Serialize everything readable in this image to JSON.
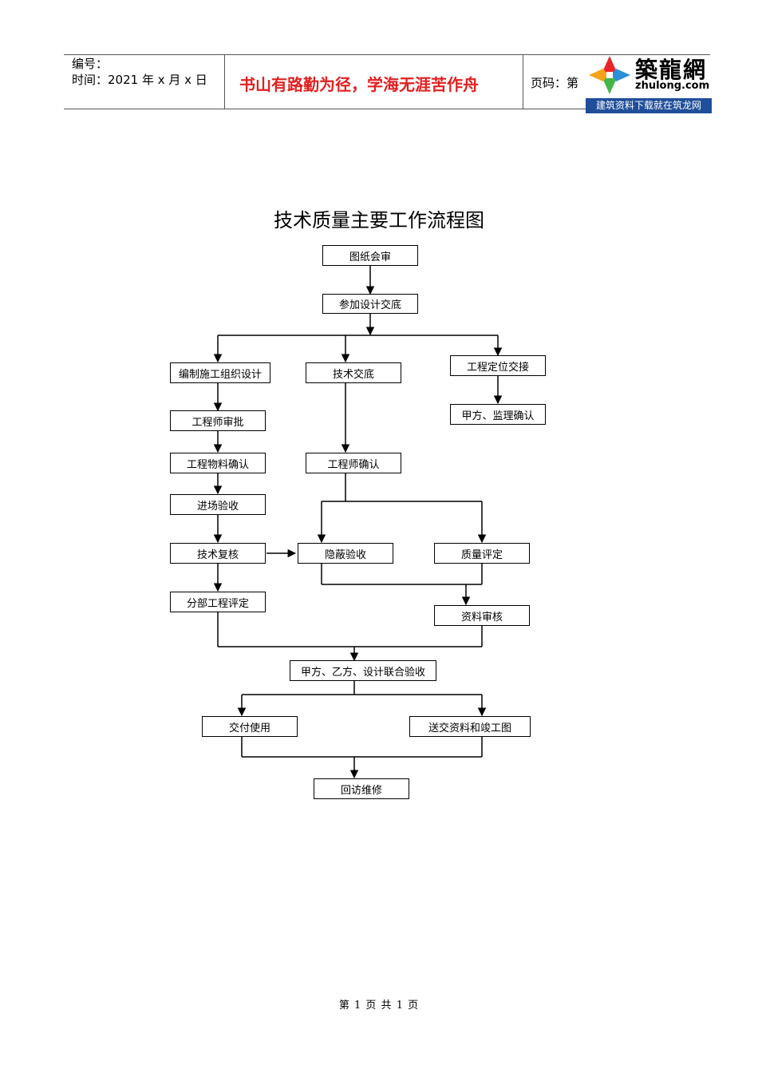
{
  "header": {
    "number_label": "编号：",
    "time_label": "时间：2021 年 x 月 x 日",
    "motto": "书山有路勤为径，学海无涯苦作舟",
    "page_label": "页码：第",
    "logo": {
      "brand": "築龍網",
      "domain": "zhulong.com",
      "tagline": "建筑资料下载就在筑龙网",
      "colors": [
        "#e8262a",
        "#f6a21b",
        "#2a8fd6",
        "#44b649"
      ]
    }
  },
  "flowchart": {
    "title": "技术质量主要工作流程图",
    "nodes": {
      "drawing_review": "图纸会审",
      "design_disclosure": "参加设计交底",
      "construction_plan": "编制施工组织设计",
      "tech_disclosure": "技术交底",
      "positioning_handover": "工程定位交接",
      "engineer_approval": "工程师审批",
      "owner_supervisor_confirm": "甲方、监理确认",
      "material_confirm": "工程物料确认",
      "engineer_confirm": "工程师确认",
      "site_acceptance": "进场验收",
      "tech_review": "技术复核",
      "concealed_acceptance": "隐蔽验收",
      "quality_assessment": "质量评定",
      "subproject_assessment": "分部工程评定",
      "document_review": "资料审核",
      "joint_acceptance": "甲方、乙方、设计联合验收",
      "handover_use": "交付使用",
      "submit_docs": "送交资料和竣工图",
      "revisit_repair": "回访维修"
    }
  },
  "footer": {
    "page_text": "第 1 页 共 1 页"
  }
}
